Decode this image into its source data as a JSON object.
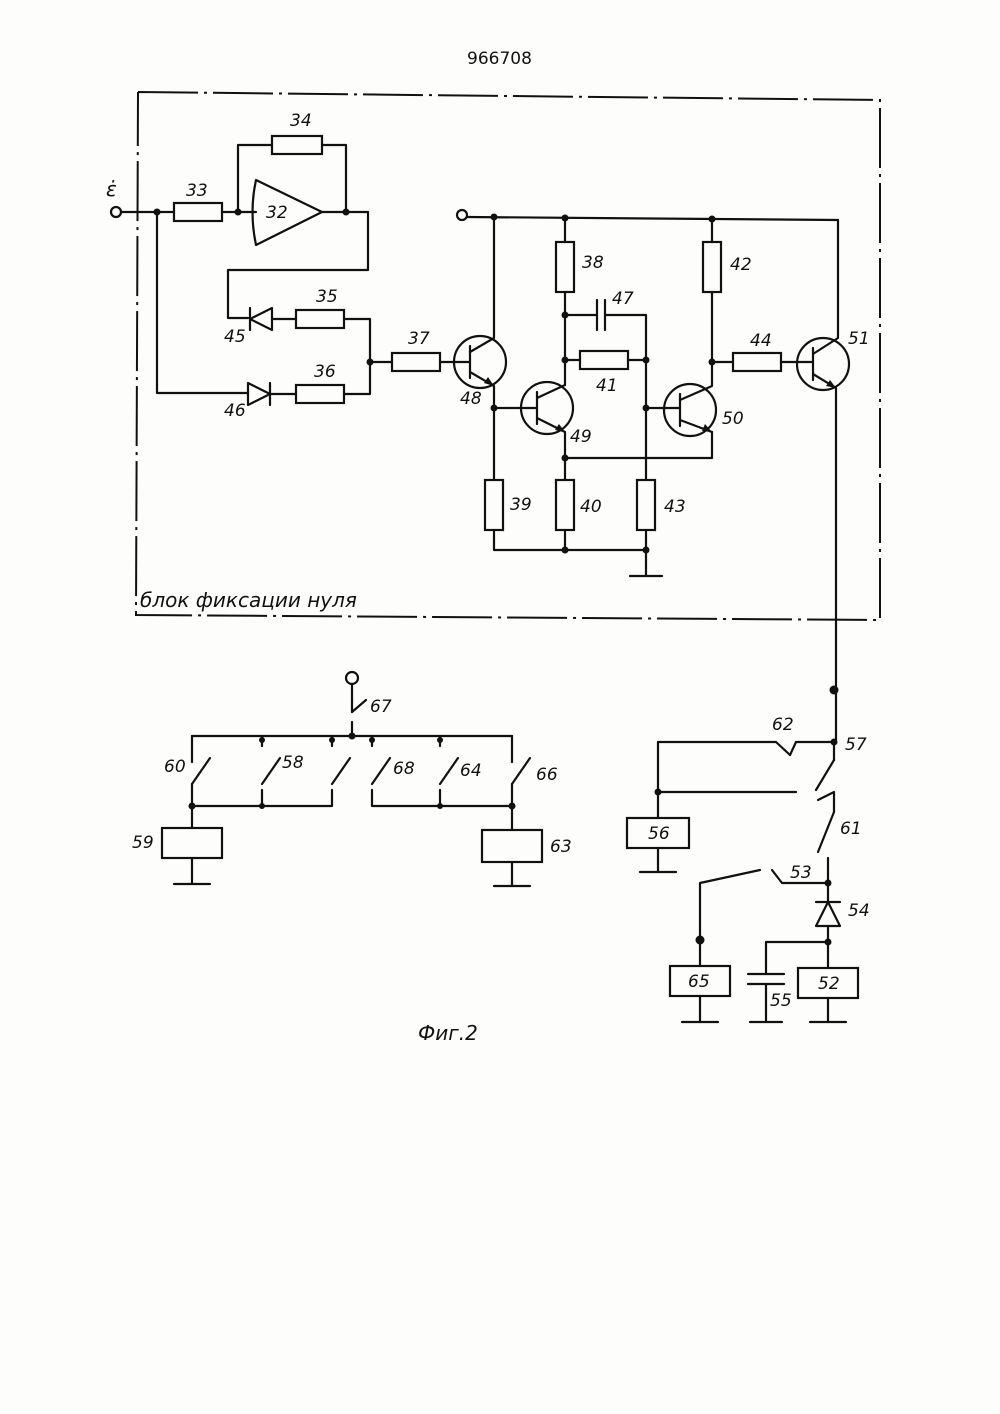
{
  "patent_number": "966708",
  "figure_caption": "Фиг.2",
  "block_label": "блок фиксации нуля",
  "input_symbol": "ε̇",
  "labels": {
    "amp": "32",
    "r33": "33",
    "r34": "34",
    "r35": "35",
    "r36": "36",
    "r37": "37",
    "r38": "38",
    "r39": "39",
    "r40": "40",
    "r41": "41",
    "r42": "42",
    "r43": "43",
    "r44": "44",
    "d45": "45",
    "d46": "46",
    "c47": "47",
    "t48": "48",
    "t49": "49",
    "t50": "50",
    "t51": "51",
    "k52": "52",
    "s53": "53",
    "d54": "54",
    "c55": "55",
    "k56": "56",
    "s57": "57",
    "s58": "58",
    "k59": "59",
    "s60": "60",
    "s61": "61",
    "s62": "62",
    "k63": "63",
    "s64": "64",
    "k65": "65",
    "s66": "66",
    "s67": "67",
    "s68": "68"
  }
}
